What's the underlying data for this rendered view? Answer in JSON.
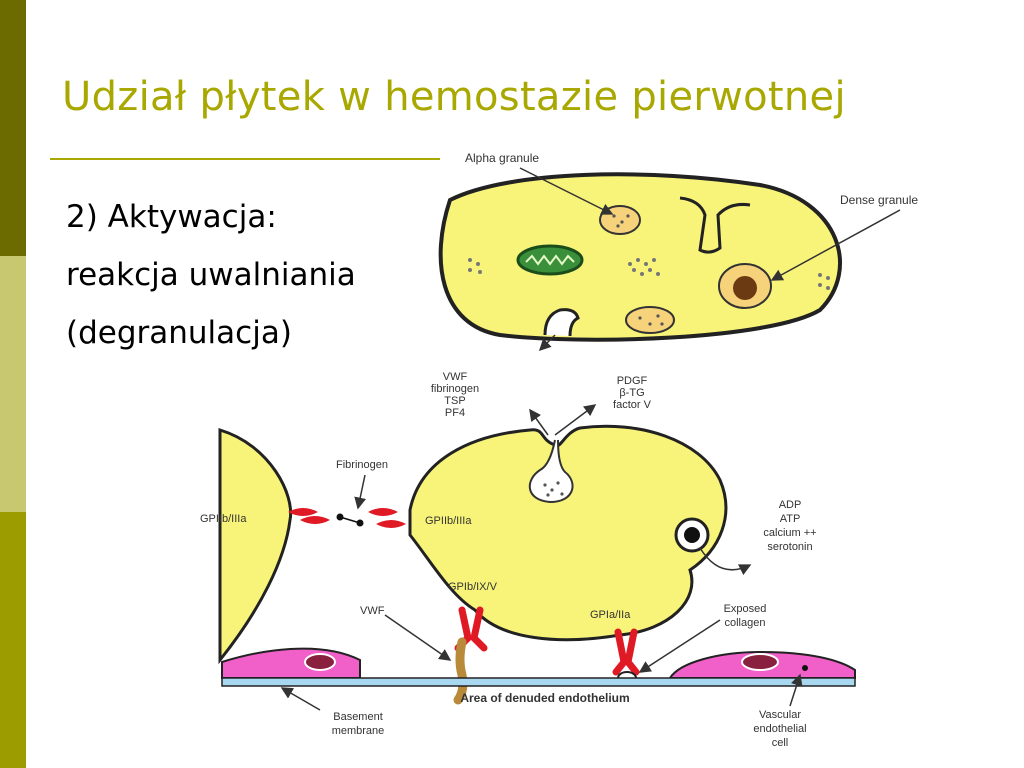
{
  "slide": {
    "title": "Udział płytek w hemostazie pierwotnej",
    "body_lines": [
      "2) Aktywacja:",
      "reakcja uwalniania",
      "(degranulacja)"
    ]
  },
  "colors": {
    "title": "#a8a800",
    "sidebar_dark": "#6b6b00",
    "sidebar_mid": "#c8c870",
    "sidebar_light": "#9c9c00",
    "platelet_fill": "#f8f47a",
    "receptor": "#e01a24",
    "endothelium": "#f060c8",
    "membrane": "#a8d8f0"
  },
  "diagram": {
    "labels": {
      "alpha_granule": "Alpha granule",
      "dense_granule": "Dense granule",
      "release_left": [
        "VWF",
        "fibrinogen",
        "TSP",
        "PF4"
      ],
      "release_right": [
        "PDGF",
        "β-TG",
        "factor V"
      ],
      "dense_release": [
        "ADP",
        "ATP",
        "calcium ++",
        "serotonin"
      ],
      "fibrinogen": "Fibrinogen",
      "gp2b3a_left": "GPIIb/IIIa",
      "gp2b3a_right": "GPIIb/IIIa",
      "gp1b": "GPIb/IX/V",
      "vwf": "VWF",
      "gp1a2a": "GPIa/IIa",
      "collagen": [
        "Exposed",
        "collagen"
      ],
      "denuded": "Area of denuded endothelium",
      "basement": [
        "Basement",
        "membrane"
      ],
      "vascular": [
        "Vascular",
        "endothelial",
        "cell"
      ]
    }
  }
}
